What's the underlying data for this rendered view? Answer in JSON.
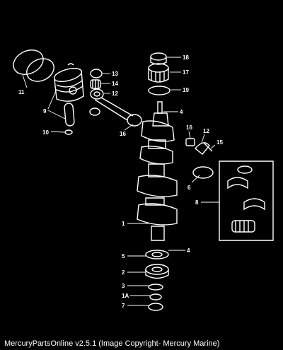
{
  "diagram": {
    "callouts": {
      "c18": "18",
      "c17": "17",
      "c19": "19",
      "c13": "13",
      "c14": "14",
      "c12a": "12",
      "c4a": "4",
      "c11": "11",
      "c9": "9",
      "c10": "10",
      "c16a": "16",
      "c16b": "16",
      "c12b": "12",
      "c15": "15",
      "c6": "6",
      "c8": "8",
      "c1": "1",
      "c5": "5",
      "c4b": "4",
      "c2": "2",
      "c3": "3",
      "c1a": "1A",
      "c7": "7"
    }
  },
  "footer": {
    "text": "MercuryPartsOnline v2.5.1 (Image Copyright- Mercury Marine)"
  },
  "colors": {
    "background": "#000000",
    "ink": "#ffffff"
  }
}
